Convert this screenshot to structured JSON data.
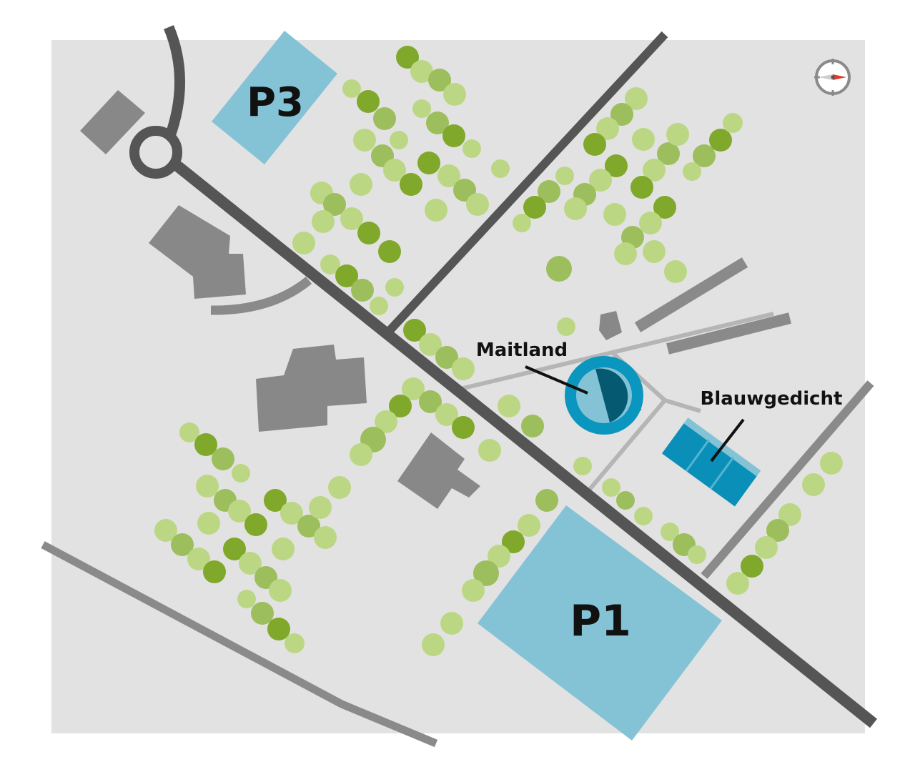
{
  "labels": {
    "p3": "P3",
    "p1": "P1",
    "maitland": "Maitland",
    "blauwgedicht": "Blauwgedicht"
  },
  "icons": {
    "compass": "compass-icon"
  },
  "colors": {
    "background": "#e2e2e2",
    "main_road": "#555555",
    "secondary_road": "#8a8a8a",
    "path": "#b5b5b5",
    "building": "#888888",
    "parking": "#84c3d6",
    "maitland": "#0b96bf",
    "maitland_dark": "#055a72",
    "blauwgedicht": "#0a8fb8",
    "tree_light": "#bcd784",
    "tree_mid": "#9dbe5c",
    "tree_dark": "#80a82a",
    "compass_needle": "#e03a2e"
  }
}
